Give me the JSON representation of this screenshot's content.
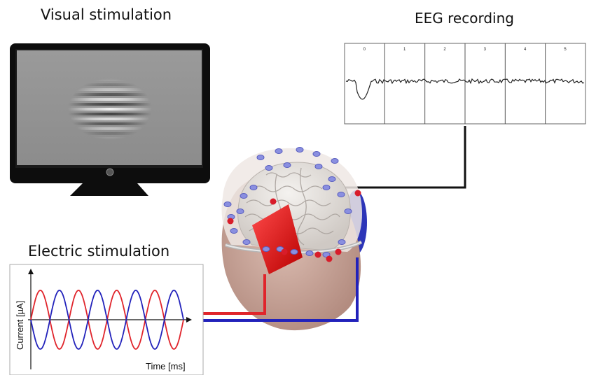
{
  "labels": {
    "visual": "Visual stimulation",
    "eeg": "EEG recording",
    "electric": "Electric stimulation"
  },
  "eeg_panel": {
    "epochs": [
      "0",
      "1",
      "2",
      "3",
      "4",
      "5"
    ]
  },
  "stim_plot": {
    "ylabel": "Current [µA]",
    "xlabel": "Time [ms]"
  },
  "colors": {
    "red_channel": "#e0242b",
    "blue_channel": "#2222bb",
    "electrode_blue": "#8a8fe0",
    "electrode_red": "#d81c2a",
    "brain": "#e9e6e2",
    "head": "#caa89d"
  },
  "icons": {
    "monitor": "monitor-icon",
    "head": "head-model-icon"
  }
}
